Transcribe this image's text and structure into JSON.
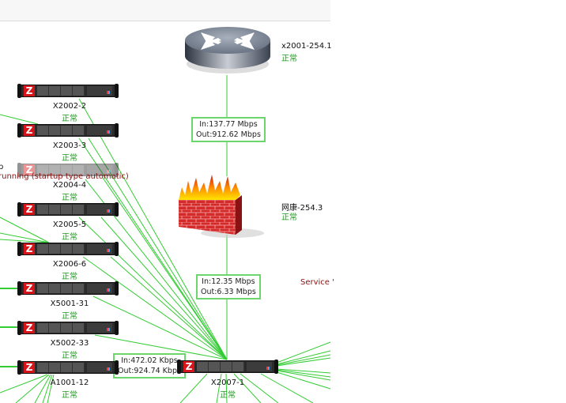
{
  "colors": {
    "link": "#33cc33",
    "status_ok": "#1a9a1a",
    "error_text": "#8b1010",
    "traffic_border": "#6cd66c"
  },
  "router": {
    "name": "x2001-254.1",
    "status": "正常",
    "icon": "router-icon"
  },
  "firewall": {
    "name": "网康-254.3",
    "status": "正常",
    "icon": "firewall-icon"
  },
  "core_switch": {
    "name": "X2007-1",
    "status": "正常",
    "icon": "server-icon"
  },
  "servers": [
    {
      "name": "X2002-2",
      "status": "正常",
      "faded": false
    },
    {
      "name": "X2003-3",
      "status": "正常",
      "faded": false
    },
    {
      "name": "X2004-4",
      "status": "正常",
      "faded": true
    },
    {
      "name": "X2005-5",
      "status": "正常",
      "faded": false
    },
    {
      "name": "X2006-6",
      "status": "正常",
      "faded": false
    },
    {
      "name": "X5001-31",
      "status": "正常",
      "faded": false
    },
    {
      "name": "X5002-33",
      "status": "正常",
      "faded": false
    },
    {
      "name": "A1001-12",
      "status": "正常",
      "faded": false
    }
  ],
  "traffic": {
    "router_firewall": {
      "in": "In:137.77 Mbps",
      "out": "Out:912.62 Mbps"
    },
    "firewall_core": {
      "in": "In:12.35 Mbps",
      "out": "Out:6.33 Mbps"
    },
    "a1001_core": {
      "in": "In:472.02 Kbps",
      "out": "Out:924.74 Kbps"
    }
  },
  "overlays": {
    "tooltip_fragment_1": "running (startup type automatic)",
    "tooltip_fragment_2": "Service '",
    "tooltip_fragment_0": "p"
  }
}
